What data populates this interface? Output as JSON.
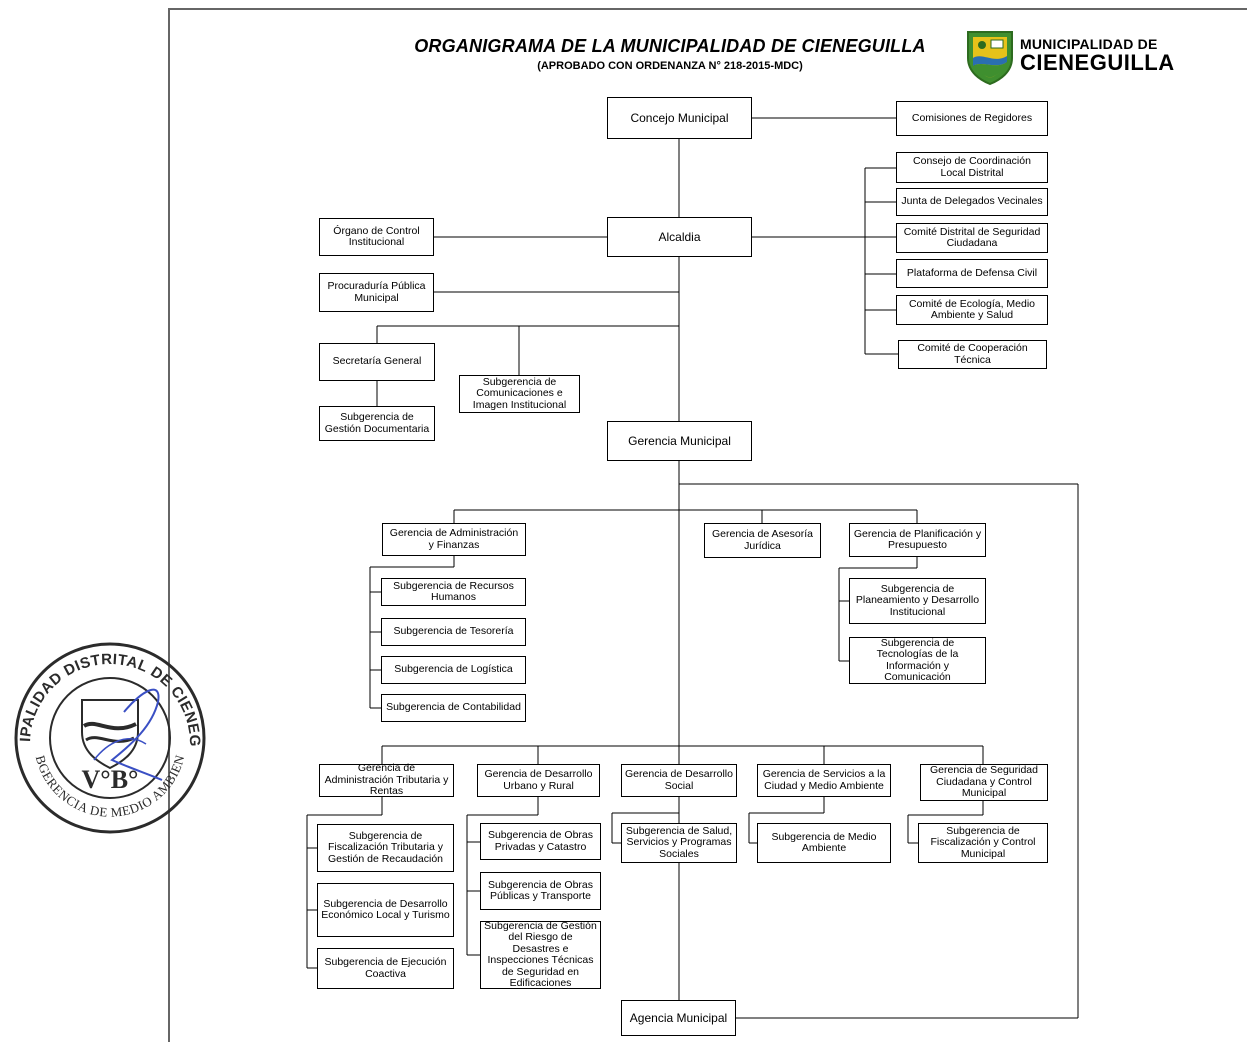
{
  "header": {
    "title": "ORGANIGRAMA DE LA MUNICIPALIDAD DE CIENEGUILLA",
    "subtitle": "(APROBADO CON ORDENANZA N° 218-2015-MDC)",
    "logo_line1": "MUNICIPALIDAD DE",
    "logo_line2": "CIENEGUILLA"
  },
  "stamp": {
    "arc_text": "MUNICIPALIDAD DISTRITAL DE CIENEGUILLA",
    "vobo": "V°B°",
    "bottom_text": "SUBGERENCIA DE MEDIO AMBIENTE"
  },
  "org": {
    "concejo": "Concejo Municipal",
    "comisiones": "Comisiones de Regidores",
    "alcaldia": "Alcaldia",
    "consejo_coord": "Consejo de Coordinación Local Distrital",
    "junta": "Junta de Delegados Vecinales",
    "comite_seguridad": "Comité Distrital de Seguridad Ciudadana",
    "plataforma": "Plataforma de Defensa Civil",
    "comite_ecologia": "Comité de Ecología, Medio Ambiente y Salud",
    "comite_cooperacion": "Comité de Cooperación Técnica",
    "organo_control": "Órgano de Control Institucional",
    "procuraduria": "Procuraduría Pública Municipal",
    "secretaria": "Secretaría General",
    "sub_gestion_doc": "Subgerencia de Gestión Documentaria",
    "sub_comunicaciones": "Subgerencia de Comunicaciones e Imagen Institucional",
    "gerencia_municipal": "Gerencia Municipal",
    "ger_admin_finanzas": "Gerencia de Administración y Finanzas",
    "sub_rrhh": "Subgerencia de Recursos Humanos",
    "sub_tesoreria": "Subgerencia de Tesorería",
    "sub_logistica": "Subgerencia de Logística",
    "sub_contabilidad": "Subgerencia de Contabilidad",
    "ger_asesoria": "Gerencia de Asesoría Jurídica",
    "ger_planificacion": "Gerencia de Planificación y Presupuesto",
    "sub_planeamiento": "Subgerencia de Planeamiento y Desarrollo Institucional",
    "sub_tecnologias": "Subgerencia de Tecnologías de la Información y Comunicación",
    "ger_admin_tributaria": "Gerencia de Administración Tributaria y Rentas",
    "sub_fiscalizacion_trib": "Subgerencia de Fiscalización Tributaria y Gestión de Recaudación",
    "sub_desarrollo_eco": "Subgerencia de Desarrollo Económico Local y Turismo",
    "sub_ejecucion": "Subgerencia de Ejecución Coactiva",
    "ger_desarrollo_urbano": "Gerencia de Desarrollo Urbano y Rural",
    "sub_obras_privadas": "Subgerencia de Obras Privadas y Catastro",
    "sub_obras_publicas": "Subgerencia de Obras Públicas y Transporte",
    "sub_riesgo": "Subgerencia de Gestión del Riesgo de Desastres e Inspecciones Técnicas de Seguridad en Edificaciones",
    "ger_desarrollo_social": "Gerencia de Desarrollo Social",
    "sub_salud": "Subgerencia de Salud, Servicios y Programas Sociales",
    "ger_servicios": "Gerencia de Servicios a la Ciudad y Medio Ambiente",
    "sub_medio_ambiente": "Subgerencia de Medio Ambiente",
    "ger_seguridad": "Gerencia de Seguridad Ciudadana y Control Municipal",
    "sub_fiscalizacion_control": "Subgerencia de Fiscalización y Control Municipal",
    "agencia": "Agencia Municipal"
  },
  "colors": {
    "line": "#000000",
    "border": "#666666",
    "stamp_ink": "#2b2b2b",
    "signature_ink": "#3a4fc4",
    "logo_green": "#3f8f2f",
    "logo_yellow": "#e6c21a",
    "logo_blue": "#2a6fb0"
  }
}
